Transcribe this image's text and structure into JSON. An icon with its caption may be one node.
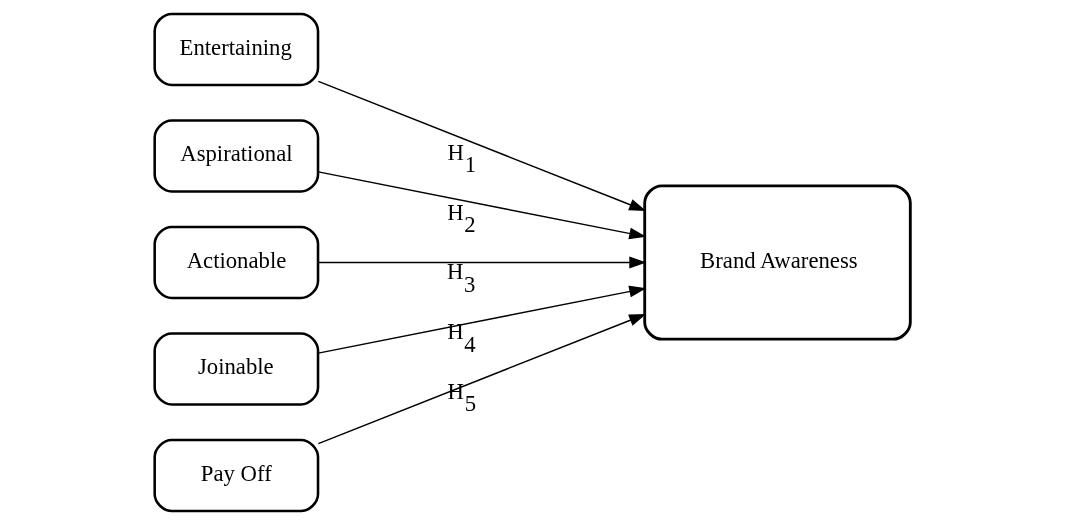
{
  "diagram": {
    "nodes": [
      {
        "text": [
          "Entertaining"
        ]
      },
      {
        "text": [
          "Aspirational"
        ]
      },
      {
        "text": [
          "Actionable"
        ]
      },
      {
        "text": [
          "Joinable"
        ]
      },
      {
        "text": [
          "Pay Off"
        ]
      },
      {
        "text": [
          "Brand Awareness"
        ]
      }
    ],
    "edges": [
      {
        "from": 0,
        "to": 5,
        "arrow": "to",
        "label": "H$_{1}$"
      },
      {
        "from": 1,
        "to": 5,
        "arrow": "to",
        "label": "H$_{2}$"
      },
      {
        "from": 2,
        "to": 5,
        "arrow": "to",
        "label": "H$_{3}$"
      },
      {
        "from": 3,
        "to": 5,
        "arrow": "to",
        "label": "H$_{4}$"
      },
      {
        "from": 4,
        "to": 5,
        "arrow": "to",
        "label": "H$_{5}$"
      }
    ]
  }
}
